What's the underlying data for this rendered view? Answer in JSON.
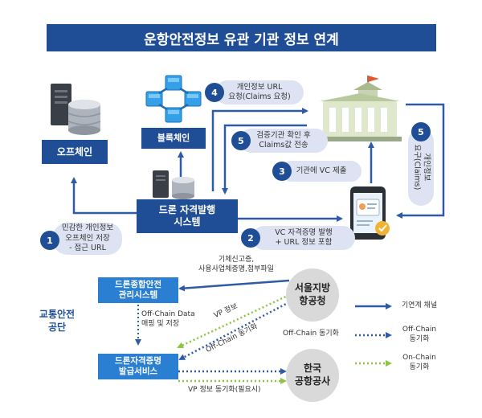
{
  "title": "운항안전정보 유관 기관 정보 연계",
  "nodes": {
    "offchain": "오프체인",
    "blockchain": "블록체인",
    "issuer_line1": "드론 자격발행",
    "issuer_line2": "시스템",
    "drone_safety_line1": "드론종합안전",
    "drone_safety_line2": "관리시스템",
    "drone_cert_line1": "드론자격증명",
    "drone_cert_line2": "발급서비스",
    "ts_line1": "교통안전",
    "ts_line2": "공단",
    "seoul_line1": "서울지방",
    "seoul_line2": "항공청",
    "kac_line1": "한국",
    "kac_line2": "공항공사"
  },
  "steps": [
    {
      "num": "1",
      "line1": "민감한 개인정보",
      "line2": "오프체인 저장",
      "line3": "- 접근 URL"
    },
    {
      "num": "2",
      "line1": "VC 자격증명 발행",
      "line2": "+ URL 정보 포함"
    },
    {
      "num": "3",
      "line1": "기관에 VC 제출"
    },
    {
      "num": "4",
      "line1": "개인정보 URL",
      "line2": "요청(Claims 요청)"
    },
    {
      "num": "5",
      "line1": "검증기관 확인 후",
      "line2": "Claims값 전송"
    },
    {
      "num": "5",
      "line1": "개인정보",
      "line2": "요구(Claims)"
    }
  ],
  "notes": {
    "register_line1": "기체신고증,",
    "register_line2": "사용사업체증명,첨부파일",
    "offchain_map_line1": "Off-Chain Data",
    "offchain_map_line2": "매핑 및 저장",
    "vp_info": "VP 정보",
    "offchain_sync1": "Off-Chain 동기화",
    "offchain_sync2": "Off-Chain 동기화",
    "vp_sync": "VP 정보 동기화(필요시)"
  },
  "legend": [
    {
      "line1": "기연계 채널",
      "line2": "",
      "color": "#2e5aa8",
      "style": "solid"
    },
    {
      "line1": "Off-Chain",
      "line2": "동기화",
      "color": "#2e5aa8",
      "style": "dotted"
    },
    {
      "line1": "On-Chain",
      "line2": "동기화",
      "color": "#8cc63f",
      "style": "dotted"
    }
  ],
  "colors": {
    "navy": "#1f4e96",
    "blue": "#2a7fd3",
    "arrow": "#2e5aa8",
    "green": "#8cc63f",
    "pill": "#dde3f2"
  }
}
